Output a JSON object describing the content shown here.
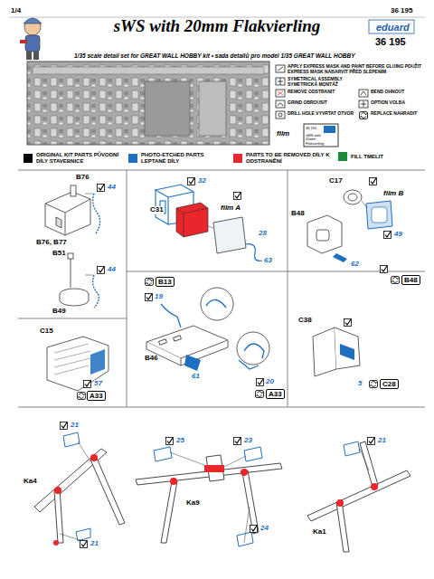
{
  "diagram": {
    "title": "sWS with 20mm Flakvierling",
    "nodes": [
      {
        "text": [
          "B48"
        ]
      },
      {
        "text": [
          "B13"
        ]
      },
      {
        "text": [
          "C28"
        ]
      },
      {
        "text": [
          "A33"
        ]
      },
      {
        "text": [
          "A33"
        ]
      }
    ],
    "labels": [
      "1/4",
      "36 195",
      "eduard",
      "36 195",
      "1/35 scale detail set for GREAT WALL HOBBY kit • sada detailů pro model 1/35 GREAT WALL HOBBY",
      "APPLY EXPRESS MASK AND PAINT BEFORE GLUING POUŽIT EXPRESS MASK NABARVIT PŘED SLEPENÍM",
      "SYMETRICAL ASSEMBLY SYMETRICKÁ MONTÁŽ",
      "REMOVE ODSTRANIT",
      "GRIND OBROUSIT",
      "DRILL HOLE VYVRTAT OTVOR",
      "BEND OHNOUT",
      "OPTION VOLBA",
      "REPLACE NAHRADIT",
      "film",
      "36 195",
      "sWS with 20mm Flakvierling",
      "B76",
      "44",
      "B76, B77",
      "B51",
      "44",
      "B49",
      "32",
      "C31",
      "film A",
      "28",
      "63",
      "C17",
      "film B",
      "B48",
      "49",
      "62",
      "C15",
      "57",
      "19",
      "B46",
      "61",
      "20",
      "C38",
      "5",
      "21",
      "Ka4",
      "21",
      "25",
      "23",
      "Ka9",
      "24",
      "21",
      "Ka1"
    ],
    "legend": [
      {
        "text": "ORIGINAL KIT PARTS PŮVODNÍ DÍLY STAVEBNICE",
        "color": "#000000"
      },
      {
        "text": "PHOTO-ETCHED PARTS LEPTANÉ DÍLY",
        "color": "#1f6fc0"
      },
      {
        "text": "PARTS TO BE REMOVED DÍLY K ODSTRANĚNÍ",
        "color": "#e8262b"
      },
      {
        "text": "FILL TMELIT",
        "color": "#1e8a3c"
      }
    ]
  }
}
